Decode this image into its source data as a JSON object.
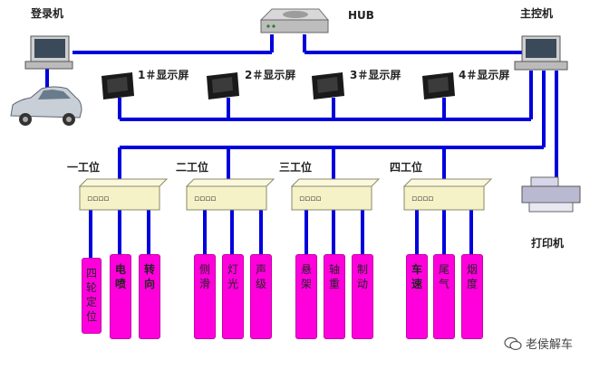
{
  "labels": {
    "login_pc": "登录机",
    "hub": "HUB",
    "main_pc": "主控机",
    "printer": "打印机"
  },
  "displays": [
    {
      "label": "1＃显示屏"
    },
    {
      "label": "2＃显示屏"
    },
    {
      "label": "3＃显示屏"
    },
    {
      "label": "4＃显示屏"
    }
  ],
  "stations": [
    {
      "label": "一工位",
      "items": [
        {
          "lines": [
            "四",
            "轮",
            "定",
            "位"
          ],
          "bold": false
        },
        {
          "lines": [
            "电",
            "喷"
          ],
          "bold": true
        },
        {
          "lines": [
            "转",
            "向"
          ],
          "bold": true
        }
      ]
    },
    {
      "label": "二工位",
      "items": [
        {
          "lines": [
            "侧",
            "滑"
          ],
          "bold": false
        },
        {
          "lines": [
            "灯",
            "光"
          ],
          "bold": false
        },
        {
          "lines": [
            "声",
            "级"
          ],
          "bold": false
        }
      ]
    },
    {
      "label": "三工位",
      "items": [
        {
          "lines": [
            "悬",
            "架"
          ],
          "bold": false
        },
        {
          "lines": [
            "轴",
            "重"
          ],
          "bold": false
        },
        {
          "lines": [
            "制",
            "动"
          ],
          "bold": false
        }
      ]
    },
    {
      "label": "四工位",
      "items": [
        {
          "lines": [
            "车",
            "速"
          ],
          "bold": true
        },
        {
          "lines": [
            "尾",
            "气"
          ],
          "bold": false
        },
        {
          "lines": [
            "烟",
            "度"
          ],
          "bold": false
        }
      ]
    }
  ],
  "watermark": "老侯解车",
  "colors": {
    "wire": "#0000dd",
    "box_fill": "#ff00dd",
    "hub_fill": "#f5f2c8"
  }
}
